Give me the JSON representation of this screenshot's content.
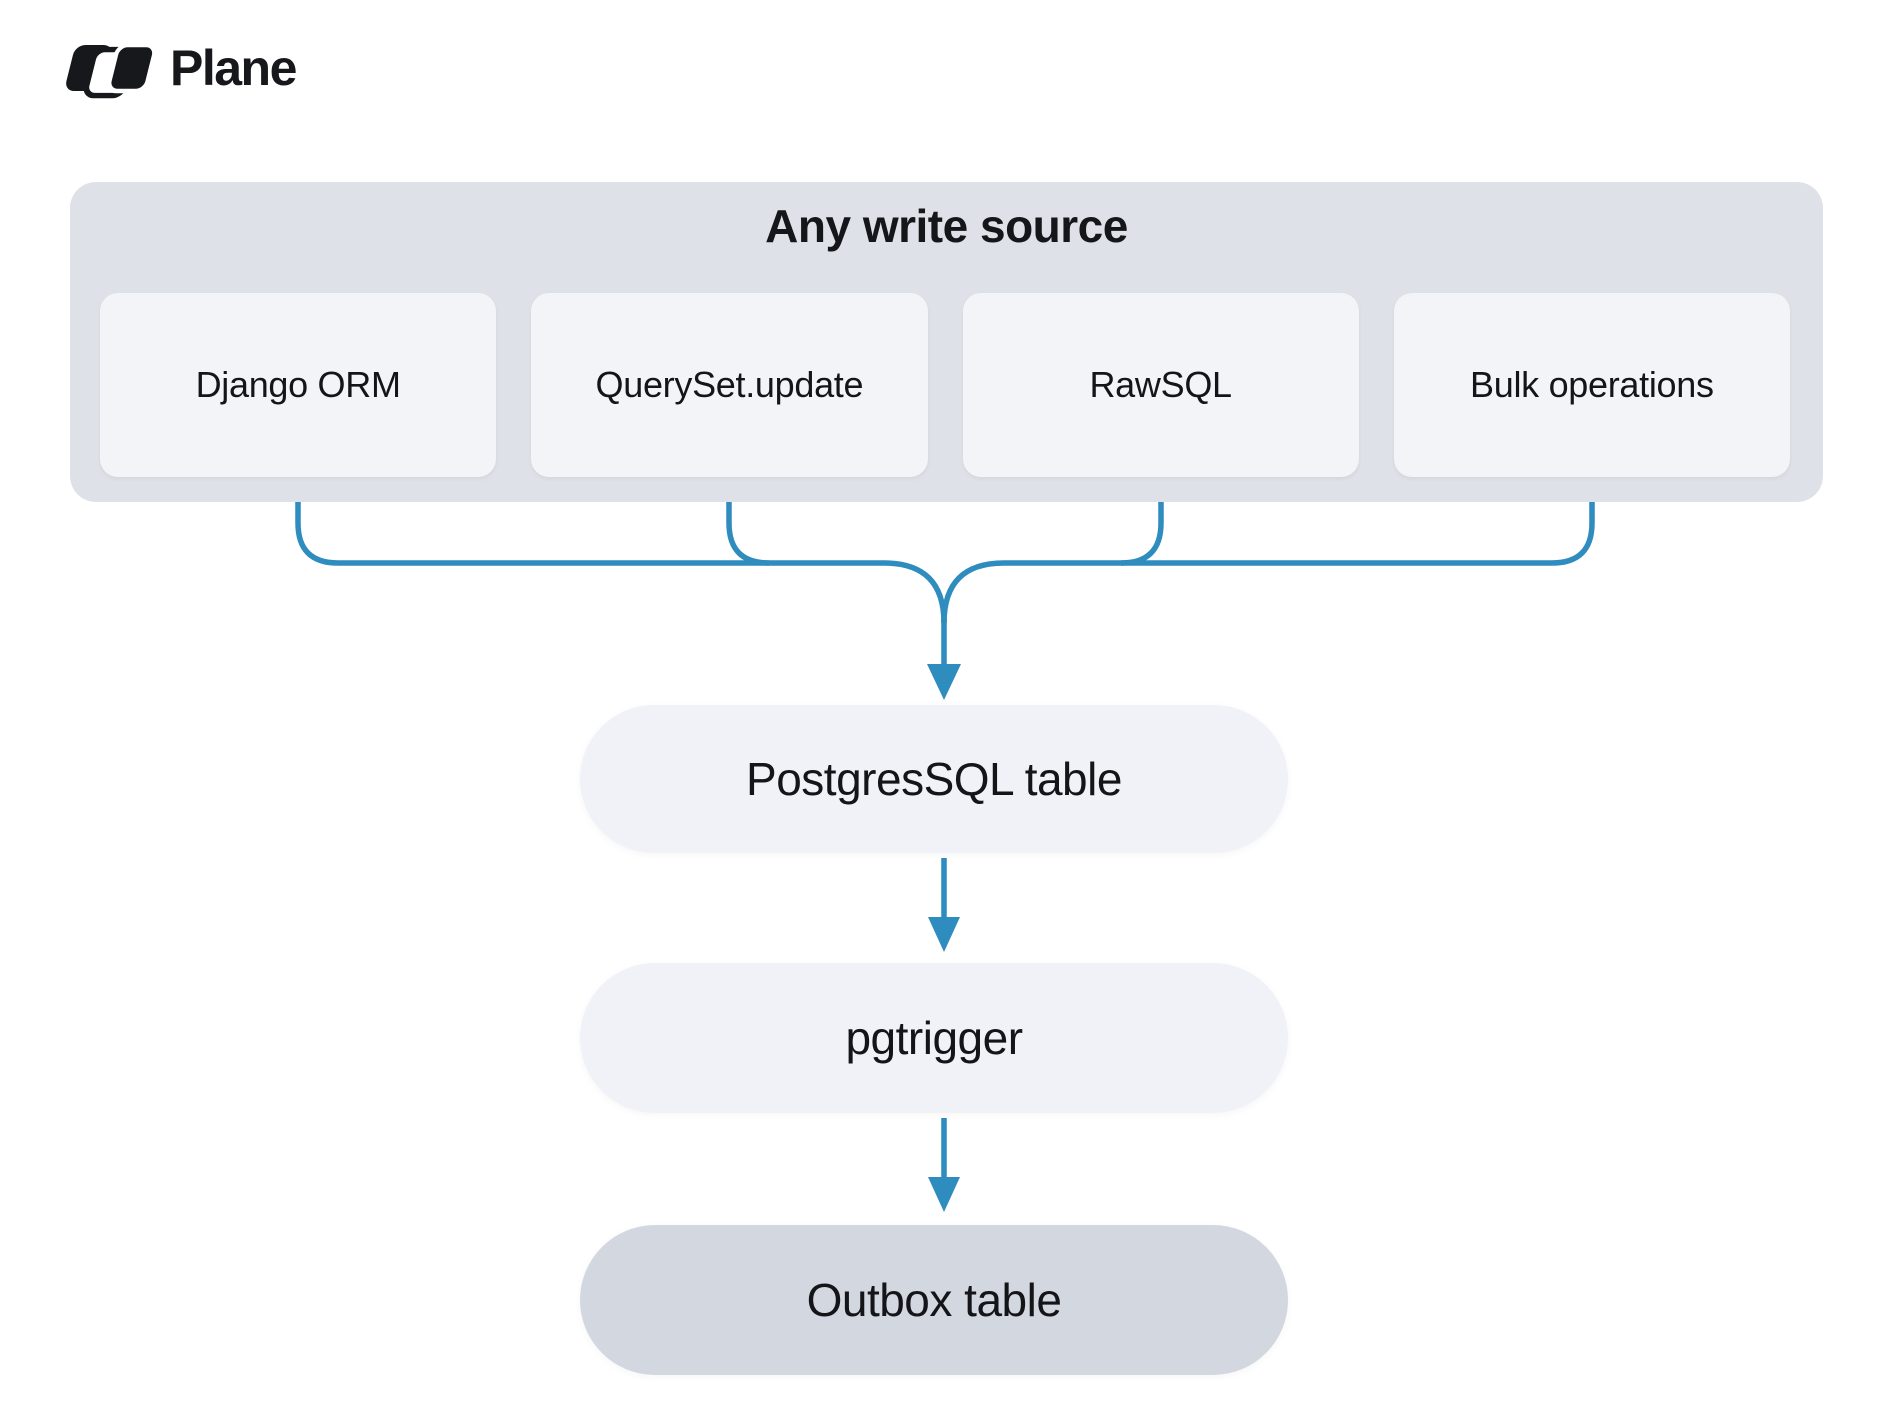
{
  "brand": {
    "name": "Plane"
  },
  "group": {
    "title": "Any write source",
    "items": [
      {
        "label": "Django ORM"
      },
      {
        "label": "QuerySet.update"
      },
      {
        "label": "RawSQL"
      },
      {
        "label": "Bulk operations"
      }
    ]
  },
  "nodes": [
    {
      "id": "postgres-table",
      "label": "PostgresSQL table"
    },
    {
      "id": "pgtrigger",
      "label": "pgtrigger"
    },
    {
      "id": "outbox-table",
      "label": "Outbox table"
    }
  ],
  "colors": {
    "connector_blue": "#2e8cbe",
    "group_bg": "#dee1e8",
    "source_box_bg": "#f3f4f8",
    "node_bg": "#f1f2f7",
    "outbox_bg": "#d3d7df",
    "text": "#141519"
  }
}
